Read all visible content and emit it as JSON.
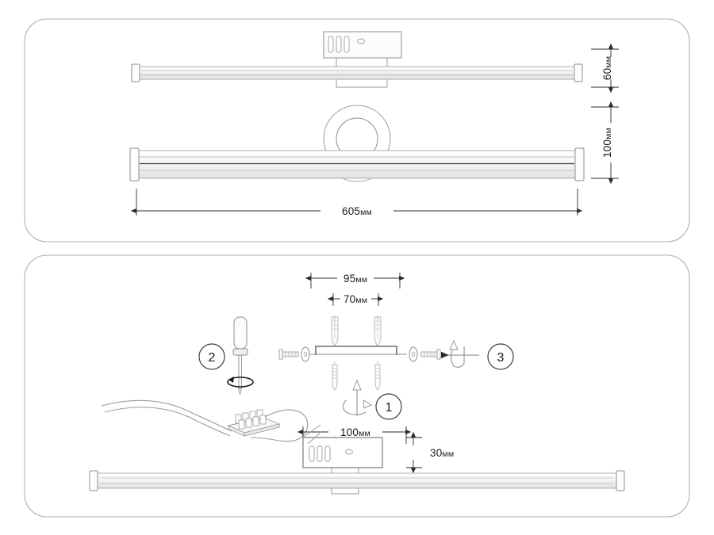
{
  "document": {
    "type": "installation-diagram",
    "product": "LED wall bar luminaire",
    "units": "мм"
  },
  "panels": [
    {
      "id": "panel-dimensions",
      "name": "dimensions-panel",
      "dimensions": {
        "height_top": "60мм",
        "height_front": "100мм",
        "width_total": "605мм"
      }
    },
    {
      "id": "panel-installation",
      "name": "installation-panel",
      "dimensions": {
        "bracket_outer": "95мм",
        "bracket_inner": "70мм",
        "housing_width": "100мм",
        "housing_height": "30мм"
      },
      "steps": [
        {
          "number": "1",
          "name": "mount-bracket"
        },
        {
          "number": "2",
          "name": "wire-terminal"
        },
        {
          "number": "3",
          "name": "fix-screws"
        }
      ]
    }
  ],
  "colors": {
    "line": "#9a9a9a",
    "line_dark": "#3c3c3c",
    "panel_border": "#b0b0b0",
    "fill": "#ffffff",
    "shade": "#e8e8e8",
    "text": "#1a1a1a"
  },
  "labels": {
    "d60": "60",
    "d100": "100",
    "d605": "605",
    "d95": "95",
    "d70": "70",
    "d100b": "100",
    "d30": "30",
    "mm": "мм",
    "step1": "1",
    "step2": "2",
    "step3": "3"
  }
}
